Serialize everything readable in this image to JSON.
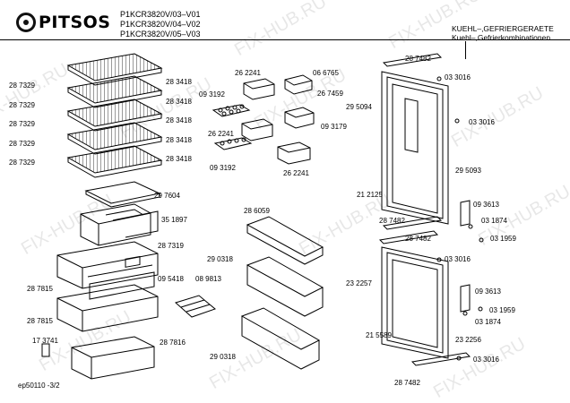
{
  "brand": "PITSOS",
  "models": [
    "P1KCR3820V/03–V01",
    "P1KCR3820V/04–V02",
    "P1KCR3820V/05–V03"
  ],
  "appliance": [
    "KUEHL–,GEFRIERGERAETE",
    "Kuehl–,Gefrierkombinationen"
  ],
  "footer": "ep50110    -3/2",
  "watermark": "FIX-HUB.RU",
  "labels": {
    "shelf_left_1": "28 7329",
    "shelf_left_2": "28 7329",
    "shelf_left_3": "28 7329",
    "shelf_left_4": "28 7329",
    "shelf_left_5": "28 7329",
    "shelf_right_1": "28 3418",
    "shelf_right_2": "28 3418",
    "shelf_right_3": "28 3418",
    "shelf_right_4": "28 3418",
    "shelf_right_5": "28 3418",
    "p297604": "29 7604",
    "p351897": "35 1897",
    "p287319": "28 7319",
    "p095418": "09 5418",
    "p287815a": "28 7815",
    "p287815b": "28 7815",
    "p173741": "17 3741",
    "p287816": "28 7816",
    "p262241a": "26 2241",
    "p066765": "06 6765",
    "p093192a": "09 3192",
    "p267459": "26 7459",
    "p262241b": "26 2241",
    "p093179": "09 3179",
    "p093192b": "09 3192",
    "p262241c": "26 2241",
    "p286059": "28 6059",
    "p290318a": "29 0318",
    "p089813": "08 9813",
    "p290318b": "29 0318",
    "p287482a": "28 7482",
    "p033016a": "03 3016",
    "p295094": "29 5094",
    "p033016b": "03 3016",
    "p295093": "29 5093",
    "p212125": "21 2125",
    "p093613a": "09 3613",
    "p287482b": "28 7482",
    "p031874a": "03 1874",
    "p031959a": "03 1959",
    "p287482c": "28 7482",
    "p033016c": "03 3016",
    "p232257": "23 2257",
    "p093613b": "09 3613",
    "p031959b": "03 1959",
    "p031874b": "03 1874",
    "p215589": "21 5589",
    "p232256": "23 2256",
    "p033016d": "03 3016",
    "p287482d": "28 7482"
  }
}
